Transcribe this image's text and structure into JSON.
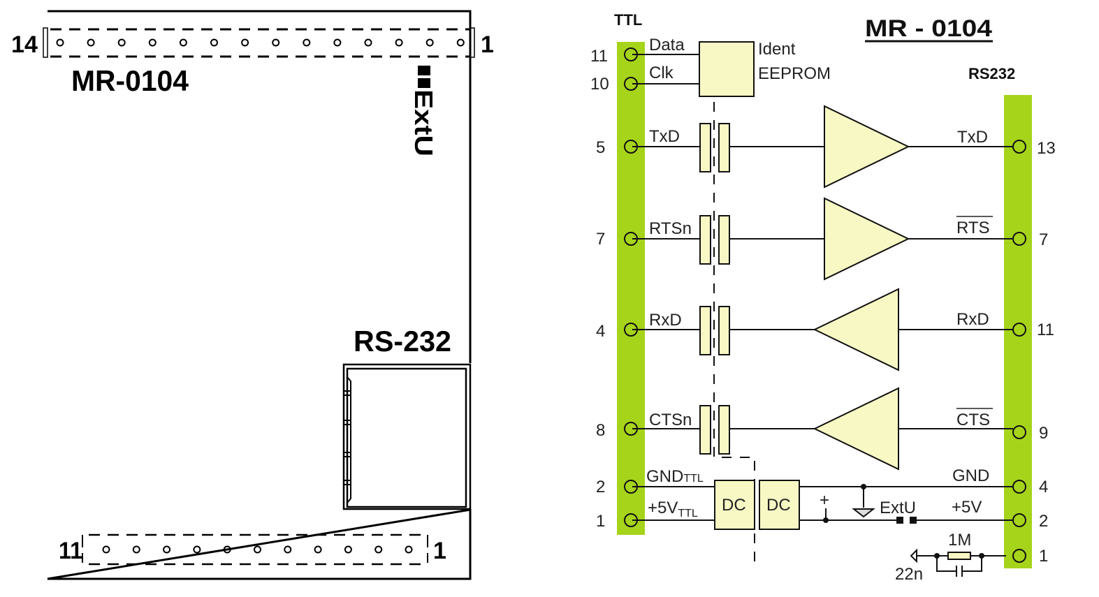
{
  "board": {
    "title": "MR-0104",
    "top_connector": {
      "left_pin": "14",
      "right_pin": "1",
      "pin_count": 14
    },
    "bottom_connector": {
      "left_pin": "11",
      "right_pin": "1",
      "pin_count": 11
    },
    "jumper_label": "ExtU",
    "port_label": "RS-232"
  },
  "schematic": {
    "title": "MR - 0104",
    "ttl_header": "TTL",
    "rs232_header": "RS232",
    "eeprom": {
      "line1": "Ident",
      "line2": "EEPROM"
    },
    "ttl_pins": [
      {
        "num": "11",
        "signal": "Data"
      },
      {
        "num": "10",
        "signal": "Clk"
      },
      {
        "num": "5",
        "signal": "TxD"
      },
      {
        "num": "7",
        "signal": "RTSn"
      },
      {
        "num": "4",
        "signal": "RxD"
      },
      {
        "num": "8",
        "signal": "CTSn"
      },
      {
        "num": "2",
        "signal": "GND",
        "sub": "TTL"
      },
      {
        "num": "1",
        "signal": "+5V",
        "sub": "TTL"
      }
    ],
    "rs232_pins": [
      {
        "num": "13",
        "signal": "TxD",
        "overline": false
      },
      {
        "num": "7",
        "signal": "RTS",
        "overline": true
      },
      {
        "num": "11",
        "signal": "RxD",
        "overline": false
      },
      {
        "num": "9",
        "signal": "CTS",
        "overline": true
      },
      {
        "num": "4",
        "signal": "GND",
        "overline": false
      },
      {
        "num": "2",
        "signal": "+5V",
        "overline": false
      },
      {
        "num": "1",
        "signal": "",
        "overline": false
      }
    ],
    "dc_left": "DC",
    "dc_right": "DC",
    "plus_sign": "+",
    "extu_label": "ExtU",
    "resistor_label": "1M",
    "capacitor_label": "22n"
  },
  "colors": {
    "rail_green": "#a6d41a",
    "component_fill": "#f8f8c4",
    "line": "#111111"
  }
}
